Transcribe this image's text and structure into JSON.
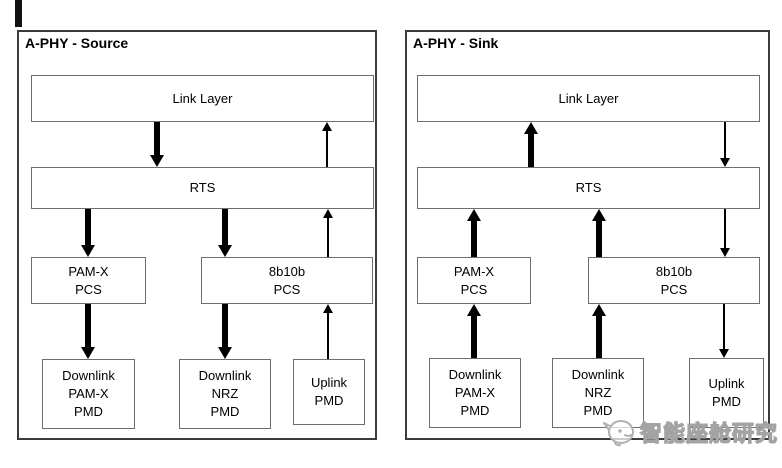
{
  "colors": {
    "panel_border": "#3b3b3b",
    "box_border": "#6e6e6e",
    "arrow": "#000000",
    "watermark_gray": "#a3a3a3",
    "background": "#ffffff"
  },
  "source": {
    "title": "A-PHY - Source",
    "link_layer": "Link Layer",
    "rts": "RTS",
    "pamx_pcs": "PAM-X\nPCS",
    "pcs_8b10b": "8b10b\nPCS",
    "dl_pamx_pmd": "Downlink\nPAM-X\nPMD",
    "dl_nrz_pmd": "Downlink\nNRZ\nPMD",
    "uplink_pmd": "Uplink\nPMD"
  },
  "sink": {
    "title": "A-PHY - Sink",
    "link_layer": "Link Layer",
    "rts": "RTS",
    "pamx_pcs": "PAM-X\nPCS",
    "pcs_8b10b": "8b10b\nPCS",
    "dl_pamx_pmd": "Downlink\nPAM-X\nPMD",
    "dl_nrz_pmd": "Downlink\nNRZ\nPMD",
    "uplink_pmd": "Uplink\nPMD"
  },
  "watermark": {
    "text": "智能座舱研究"
  },
  "connections": [
    {
      "panel": "source",
      "from": "Link Layer",
      "to": "RTS",
      "direction": "down",
      "weight": "thick"
    },
    {
      "panel": "source",
      "from": "RTS",
      "to": "Link Layer",
      "direction": "up",
      "weight": "thin"
    },
    {
      "panel": "source",
      "from": "RTS",
      "to": "PAM-X PCS",
      "direction": "down",
      "weight": "thick"
    },
    {
      "panel": "source",
      "from": "RTS",
      "to": "8b10b PCS",
      "direction": "down",
      "weight": "thick"
    },
    {
      "panel": "source",
      "from": "8b10b PCS",
      "to": "RTS",
      "direction": "up",
      "weight": "thin"
    },
    {
      "panel": "source",
      "from": "PAM-X PCS",
      "to": "Downlink PAM-X PMD",
      "direction": "down",
      "weight": "thick"
    },
    {
      "panel": "source",
      "from": "8b10b PCS",
      "to": "Downlink NRZ PMD",
      "direction": "down",
      "weight": "thick"
    },
    {
      "panel": "source",
      "from": "Uplink PMD",
      "to": "8b10b PCS",
      "direction": "up",
      "weight": "thin"
    },
    {
      "panel": "sink",
      "from": "RTS",
      "to": "Link Layer",
      "direction": "up",
      "weight": "thick"
    },
    {
      "panel": "sink",
      "from": "Link Layer",
      "to": "RTS",
      "direction": "down",
      "weight": "thin"
    },
    {
      "panel": "sink",
      "from": "PAM-X PCS",
      "to": "RTS",
      "direction": "up",
      "weight": "thick"
    },
    {
      "panel": "sink",
      "from": "8b10b PCS",
      "to": "RTS",
      "direction": "up",
      "weight": "thick"
    },
    {
      "panel": "sink",
      "from": "RTS",
      "to": "8b10b PCS",
      "direction": "down",
      "weight": "thin"
    },
    {
      "panel": "sink",
      "from": "Downlink PAM-X PMD",
      "to": "PAM-X PCS",
      "direction": "up",
      "weight": "thick"
    },
    {
      "panel": "sink",
      "from": "Downlink NRZ PMD",
      "to": "8b10b PCS",
      "direction": "up",
      "weight": "thick"
    },
    {
      "panel": "sink",
      "from": "8b10b PCS",
      "to": "Uplink PMD",
      "direction": "down",
      "weight": "thin"
    }
  ]
}
